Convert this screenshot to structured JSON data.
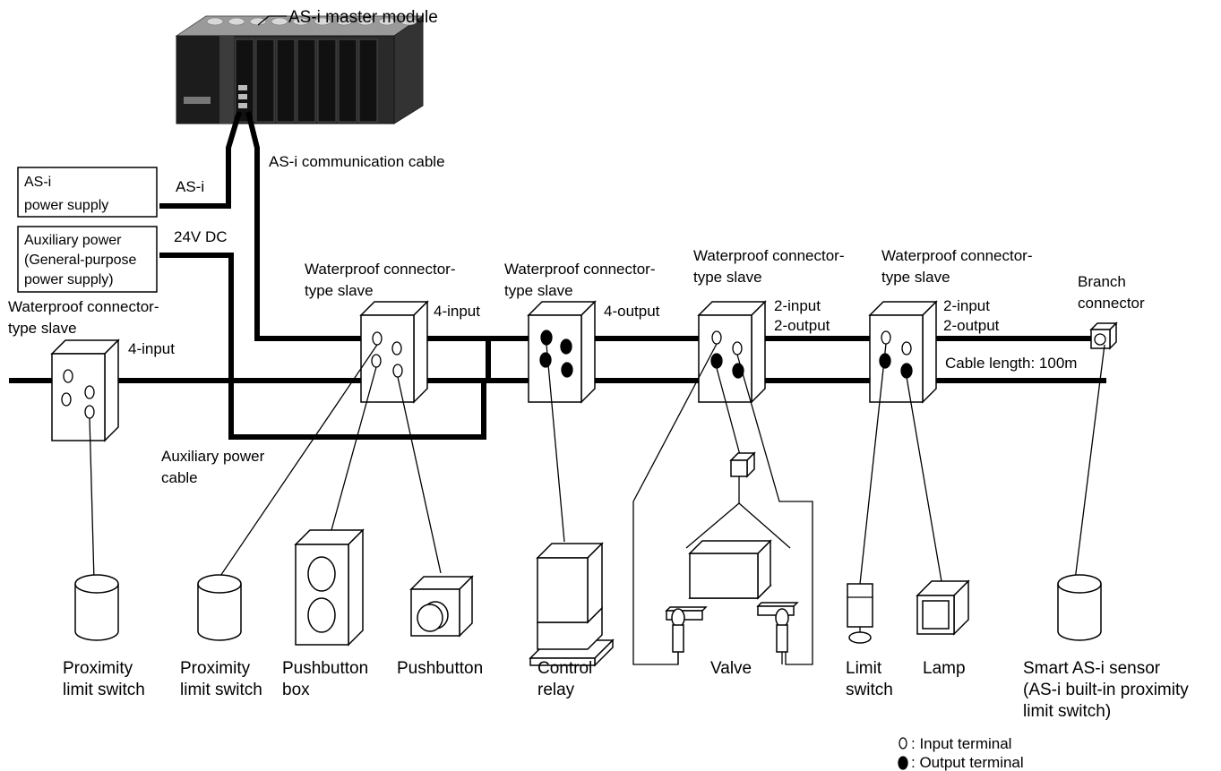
{
  "master": {
    "label": "AS-i master module"
  },
  "cable": {
    "comm_label": "AS-i communication cable",
    "asi_tag": "AS-i",
    "dc_tag": "24V DC",
    "length_label": "Cable length: 100m",
    "aux_cable_line1": "Auxiliary power",
    "aux_cable_line2": "cable"
  },
  "supplies": {
    "asi_line1": "AS-i",
    "asi_line2": "power supply",
    "aux_line1": "Auxiliary power",
    "aux_line2": "(General-purpose",
    "aux_line3": "power supply)"
  },
  "slaves": [
    {
      "line1": "Waterproof connector-",
      "line2": "type slave",
      "io1": "4-input",
      "io2": ""
    },
    {
      "line1": "Waterproof connector-",
      "line2": "type slave",
      "io1": "4-input",
      "io2": ""
    },
    {
      "line1": "Waterproof connector-",
      "line2": "type slave",
      "io1": "4-output",
      "io2": ""
    },
    {
      "line1": "Waterproof connector-",
      "line2": "type slave",
      "io1": "2-input",
      "io2": "2-output"
    },
    {
      "line1": "Waterproof connector-",
      "line2": "type slave",
      "io1": "2-input",
      "io2": "2-output"
    }
  ],
  "branch": {
    "line1": "Branch",
    "line2": "connector"
  },
  "devices": [
    {
      "line1": "Proximity",
      "line2": "limit switch",
      "line3": ""
    },
    {
      "line1": "Proximity",
      "line2": "limit switch",
      "line3": ""
    },
    {
      "line1": "Pushbutton",
      "line2": "box",
      "line3": ""
    },
    {
      "line1": "Pushbutton",
      "line2": "",
      "line3": ""
    },
    {
      "line1": "Control",
      "line2": "relay",
      "line3": ""
    },
    {
      "line1": "Valve",
      "line2": "",
      "line3": ""
    },
    {
      "line1": "Limit",
      "line2": "switch",
      "line3": ""
    },
    {
      "line1": "Lamp",
      "line2": "",
      "line3": ""
    },
    {
      "line1": "Smart AS-i sensor",
      "line2": "(AS-i built-in proximity",
      "line3": "limit switch)"
    }
  ],
  "legend": {
    "input": ": Input terminal",
    "output": ": Output terminal"
  }
}
